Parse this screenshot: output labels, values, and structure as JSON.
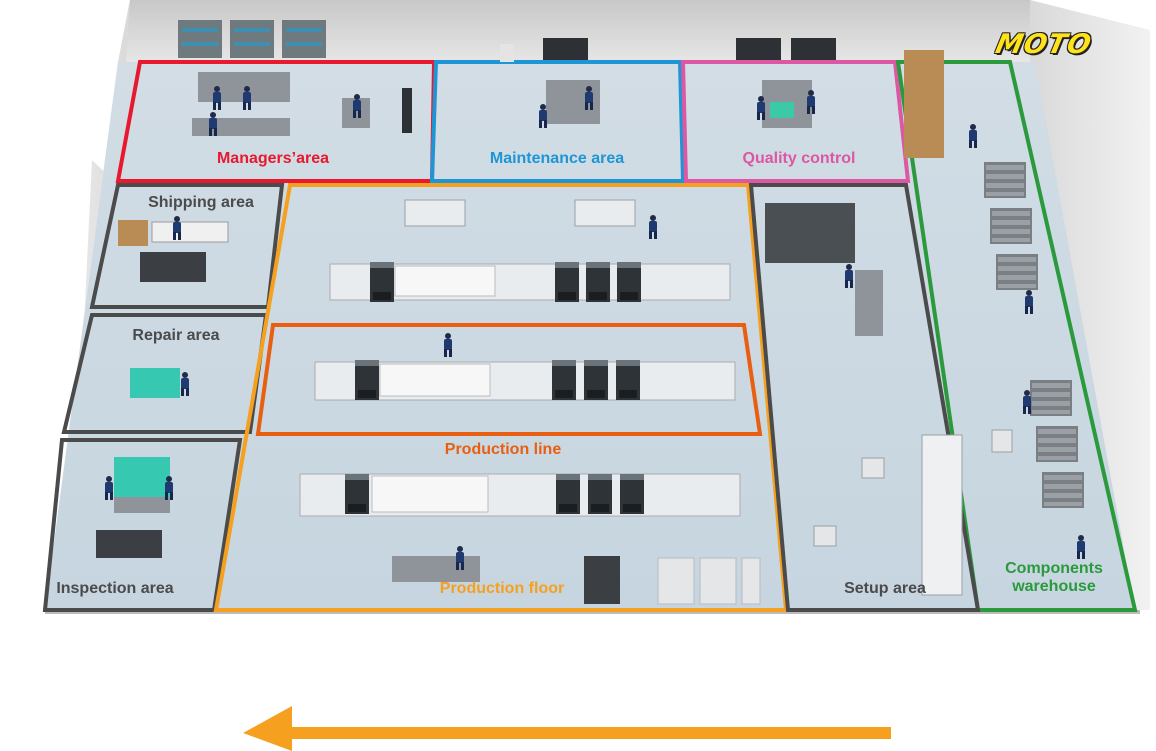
{
  "logo": {
    "text": "MOTO",
    "color": "#ffe21a"
  },
  "areas": {
    "managers": {
      "label": "Managers’area",
      "color": "#e8192f"
    },
    "maintenance": {
      "label": "Maintenance area",
      "color": "#1e96d6"
    },
    "quality": {
      "label": "Quality control",
      "color": "#dc57a4"
    },
    "components": {
      "label": "Components warehouse",
      "line1": "Components",
      "line2": "warehouse",
      "color": "#2a9a3c"
    },
    "shipping": {
      "label": "Shipping area",
      "color": "#4b4b4b"
    },
    "repair": {
      "label": "Repair area",
      "color": "#4b4b4b"
    },
    "inspection": {
      "label": "Inspection area",
      "color": "#4b4b4b"
    },
    "production_line": {
      "label": "Production line",
      "color": "#e85f12"
    },
    "production_floor": {
      "label": "Production floor",
      "color": "#f5a01e"
    },
    "setup": {
      "label": "Setup area",
      "color": "#4b4b4b"
    }
  },
  "flow_arrow": {
    "direction": "left",
    "color": "#f5a01e"
  }
}
